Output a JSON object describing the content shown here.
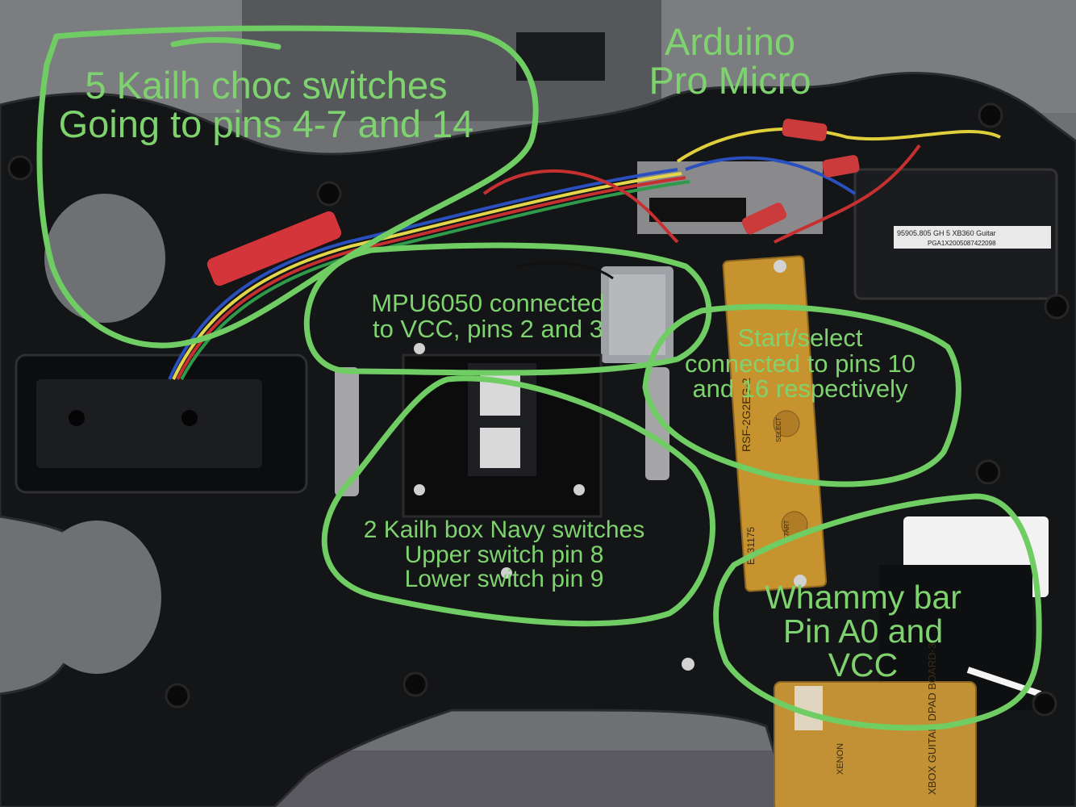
{
  "annotations": {
    "arduino": {
      "line1": "Arduino",
      "line2": "Pro Micro"
    },
    "choc_switches": {
      "line1": "5 Kailh choc switches",
      "line2": "Going to pins 4-7 and 14"
    },
    "mpu6050": {
      "line1": "MPU6050 connected",
      "line2": "to VCC, pins 2 and 3"
    },
    "start_select": {
      "line1": "Start/select",
      "line2": "connected to pins 10",
      "line3": "and 16 respectively"
    },
    "navy_switches": {
      "line1": "2 Kailh box Navy switches",
      "line2": "Upper switch pin 8",
      "line3": "Lower switch pin 9"
    },
    "whammy": {
      "line1": "Whammy bar",
      "line2": "Pin A0 and",
      "line3": "VCC"
    }
  },
  "pcb_labels": {
    "board_id": "RSF-2G2EG-2",
    "cert": "E131175",
    "select": "SELECT",
    "start": "START",
    "holder_sticker": "95905.805 GH 5 XB360 Guitar",
    "holder_code": "PGA1X2005087422098",
    "dpad_board": "XBOX GUITAR DPAD BOARD-3",
    "xenon": "XENON"
  },
  "colors": {
    "annotation": "#7ed36f",
    "body": "#111214",
    "pcb": "#c7932e",
    "wire_red": "#d42a2a"
  }
}
